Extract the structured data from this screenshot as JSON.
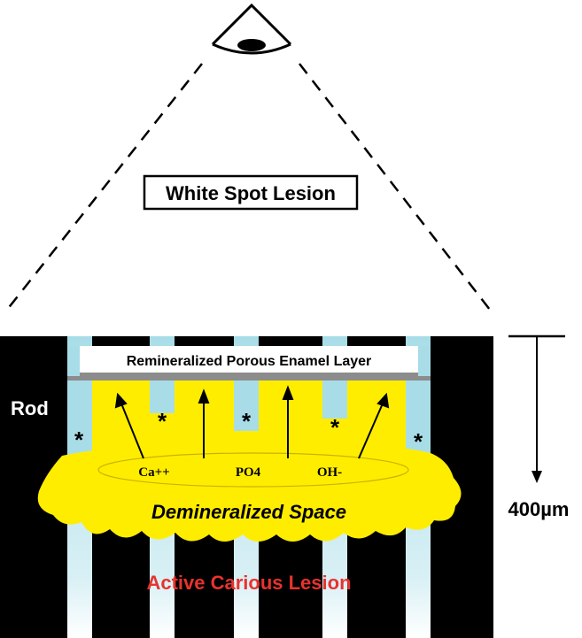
{
  "labels": {
    "white_spot_lesion": "White Spot Lesion",
    "remineralized_layer": "Remineralized Porous Enamel Layer",
    "rod": "Rod",
    "demineralized_space": "Demineralized Space",
    "active_carious_lesion": "Active Carious Lesion",
    "depth_scale": "400µm",
    "asterisk": "*",
    "ions": [
      "Ca++",
      "PO4",
      "OH-"
    ]
  },
  "colors": {
    "rod": "#000000",
    "interrod": "#a8dde8",
    "yellow": "#ffed00",
    "active_lesion_text": "#e8322e",
    "surface_layer_fill": "#ffffff",
    "surface_layer_shadow": "#8c8c8c"
  },
  "icons": {
    "viewer": "eye-icon"
  }
}
